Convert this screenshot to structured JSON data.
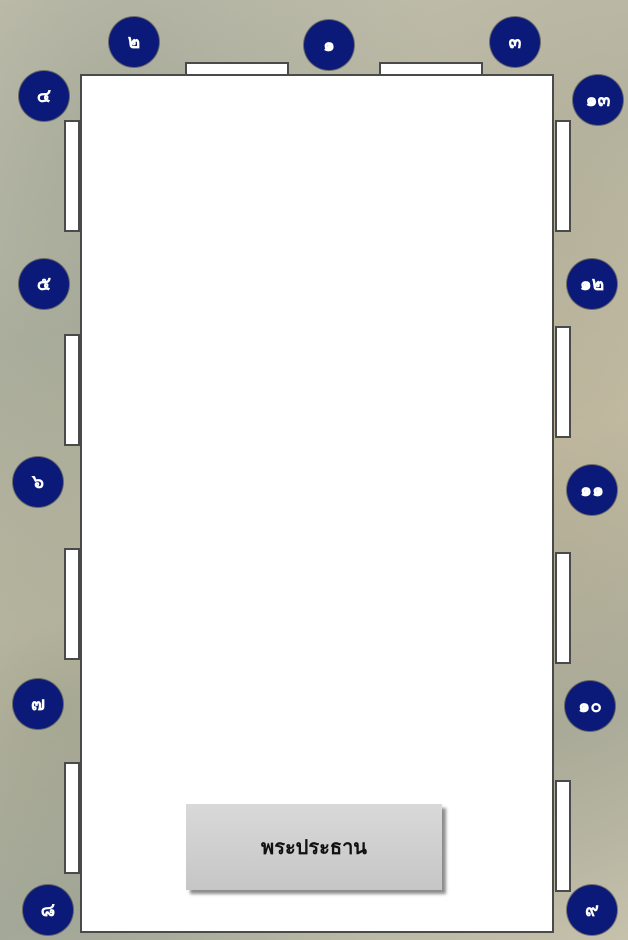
{
  "seat_numbers": [
    "๑",
    "๒",
    "๓",
    "๔",
    "๕",
    "๖",
    "๗",
    "๘",
    "๙",
    "๑๐",
    "๑๑",
    "๑๒",
    "๑๓"
  ],
  "presiding_label": "พระประธาน",
  "colors": {
    "badge_fill": "#0b1a78",
    "badge_text": "#ffffff",
    "table_fill": "#ffffff",
    "table_border": "#4a4a4a",
    "presiding_fill": "#cfcfcf"
  },
  "icons": {
    "seat": "navy-circle-with-thai-numeral",
    "chair": "white-rectangle"
  }
}
